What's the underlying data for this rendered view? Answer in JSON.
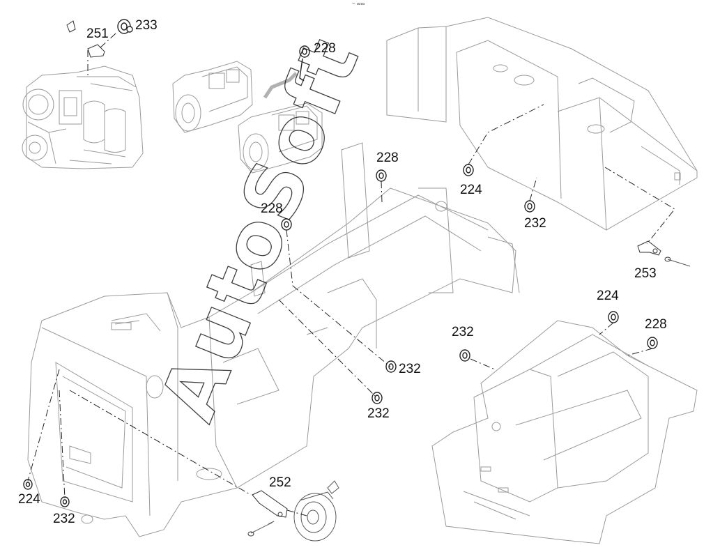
{
  "header": {
    "mark": "~ ∞∞"
  },
  "callouts": [
    {
      "id": "c251",
      "text": "251"
    },
    {
      "id": "c233",
      "text": "233"
    },
    {
      "id": "c228a",
      "text": "228"
    },
    {
      "id": "c228b",
      "text": "228"
    },
    {
      "id": "c228c",
      "text": "228"
    },
    {
      "id": "c224a",
      "text": "224"
    },
    {
      "id": "c232a",
      "text": "232"
    },
    {
      "id": "c253",
      "text": "253"
    },
    {
      "id": "c224b",
      "text": "224"
    },
    {
      "id": "c228d",
      "text": "228"
    },
    {
      "id": "c232b",
      "text": "232"
    },
    {
      "id": "c232c",
      "text": "232"
    },
    {
      "id": "c232d",
      "text": "232"
    },
    {
      "id": "c252",
      "text": "252"
    },
    {
      "id": "c224c",
      "text": "224"
    },
    {
      "id": "c232e",
      "text": "232"
    }
  ],
  "watermark": {
    "text": "AutoSoft"
  },
  "colors": {
    "line": "#8a8a8a",
    "dark": "#222222",
    "label": "#111111"
  }
}
